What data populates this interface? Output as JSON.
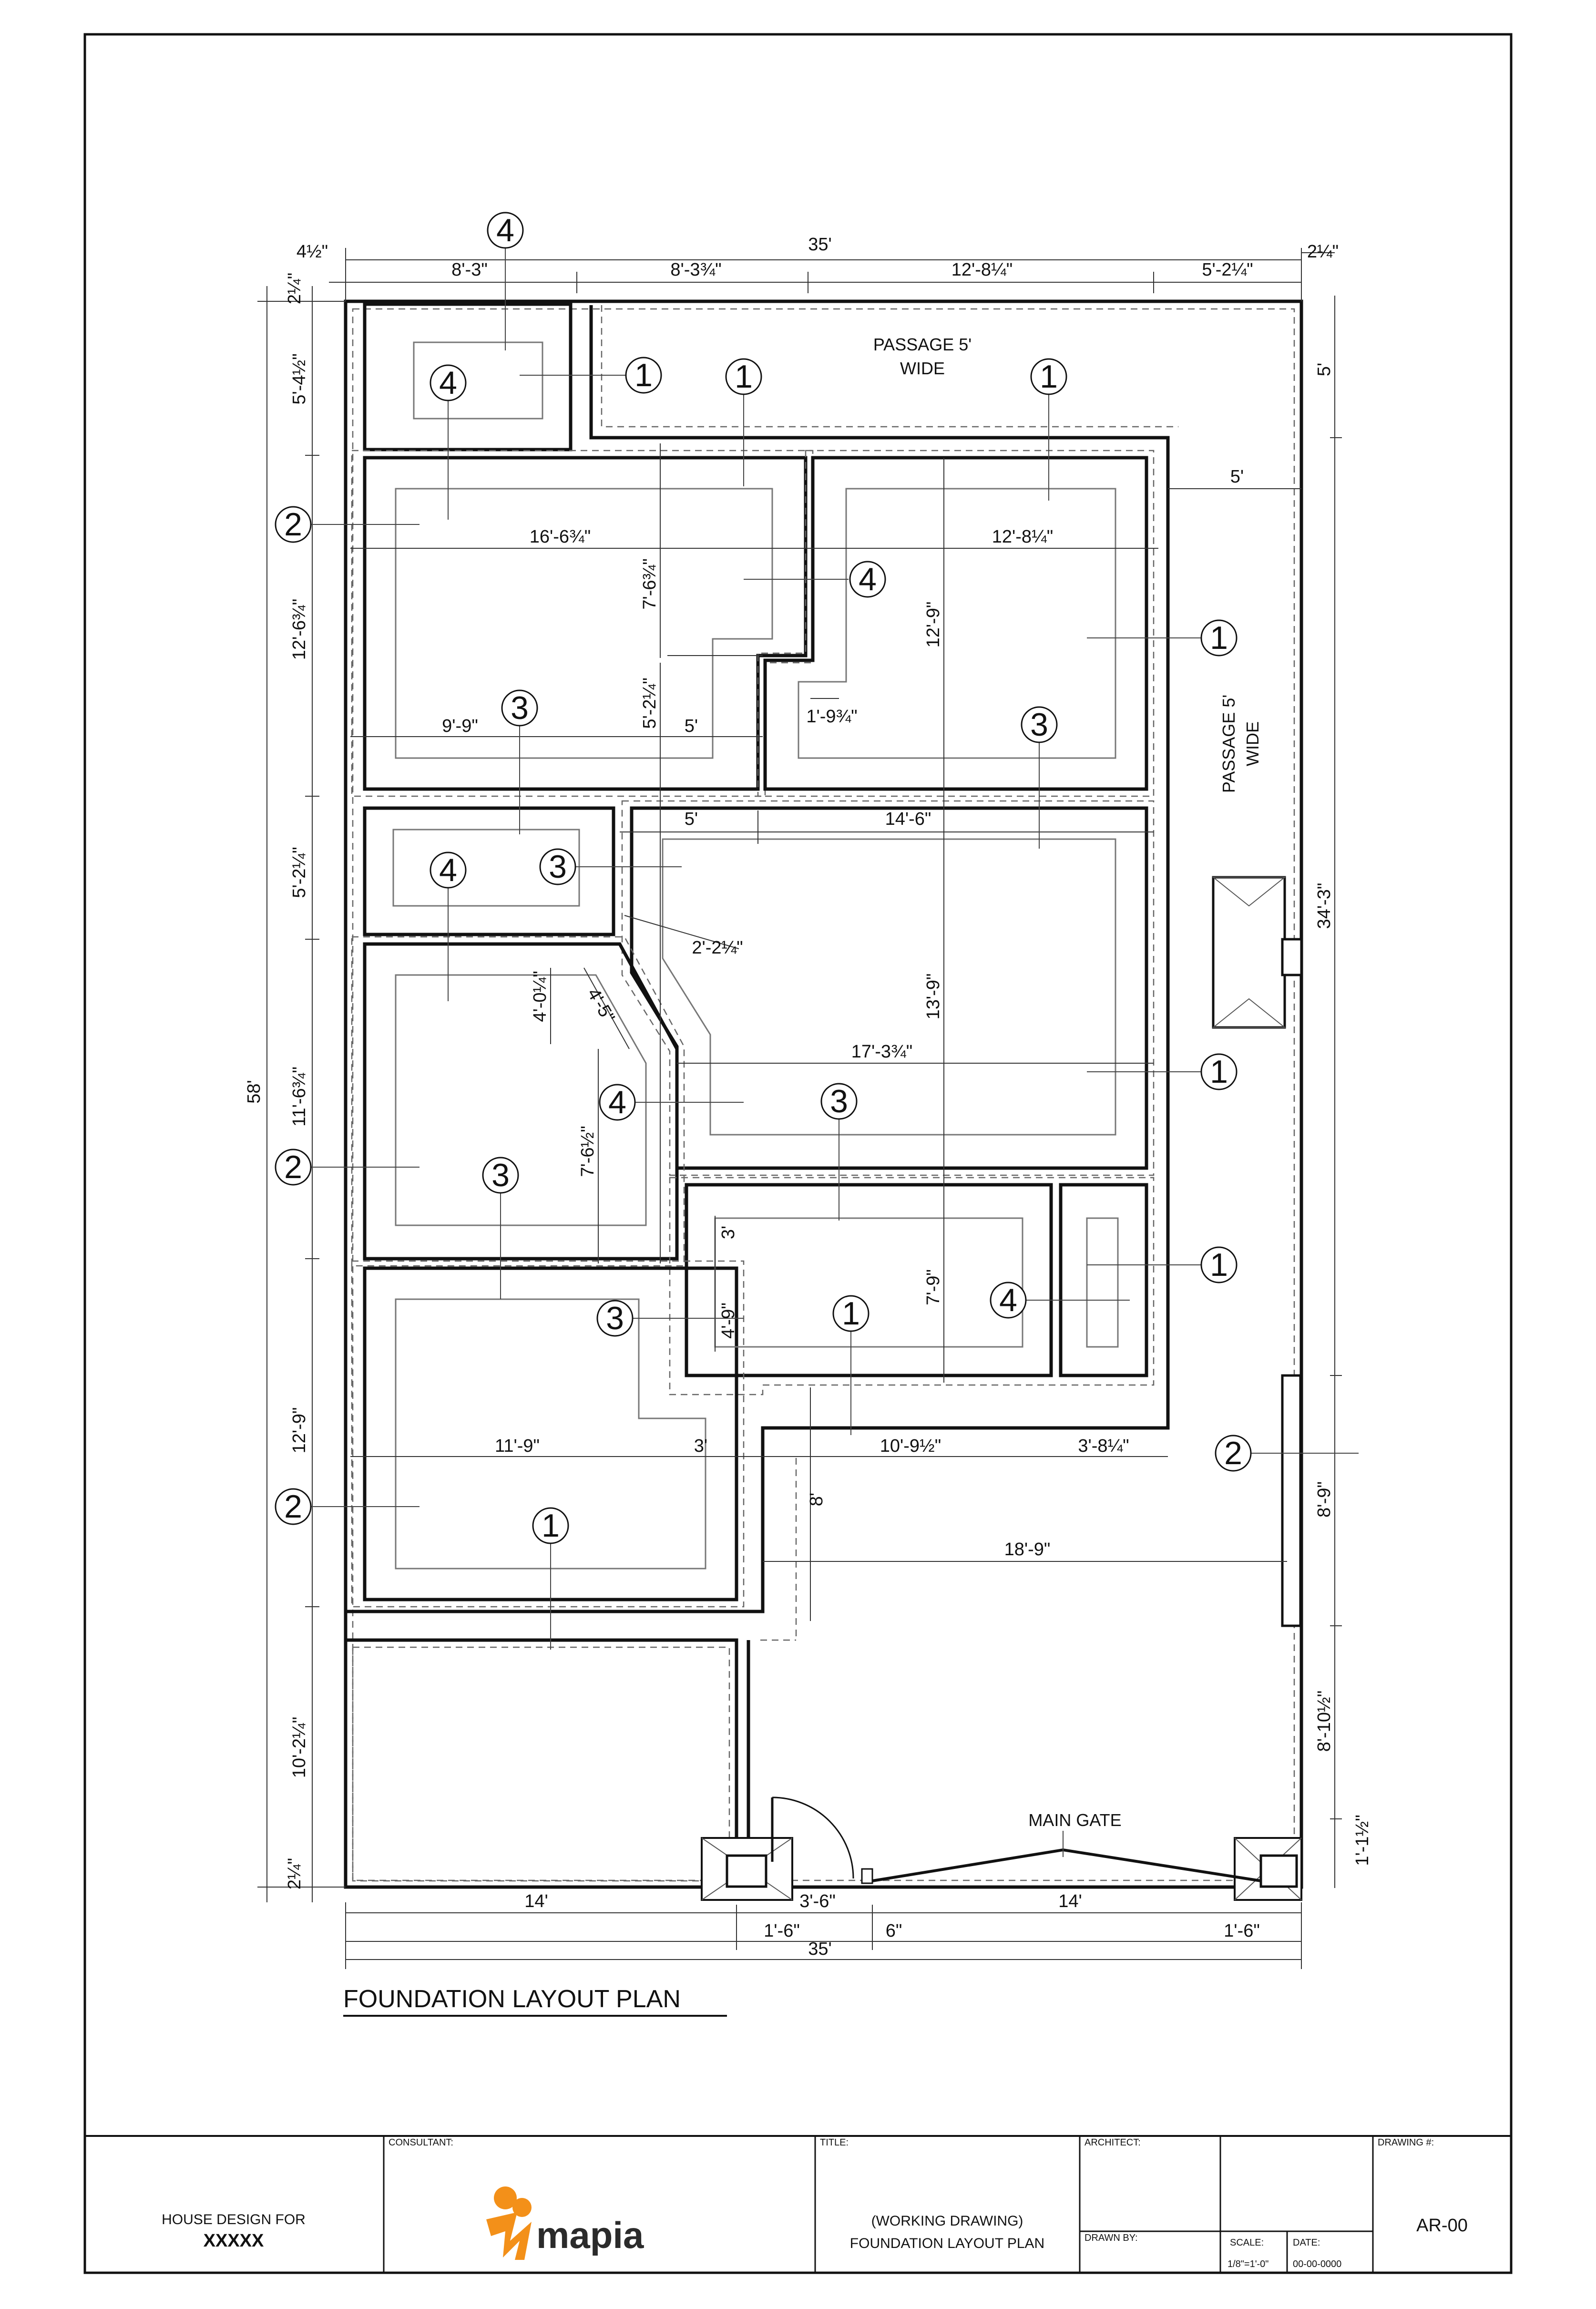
{
  "drawing": {
    "title": "FOUNDATION LAYOUT  PLAN",
    "passage_top_line1": "PASSAGE 5'",
    "passage_top_line2": "WIDE",
    "passage_side_line1": "PASSAGE 5'",
    "passage_side_line2": "WIDE",
    "main_gate": "MAIN GATE"
  },
  "dimensions": {
    "top_total": "35'",
    "top_offset": "4½\"",
    "top_right_offset": "2¼\"",
    "top_segments": [
      "8'-3\"",
      "8'-3¾\"",
      "12'-8¼\"",
      "5'-2¼\""
    ],
    "left_total": "58'",
    "left_segments": [
      "2¼\"",
      "5'-4½\"",
      "12'-6¾\"",
      "5'-2¼\"",
      "11'-6¾\"",
      "12'-9\"",
      "10'-2¼\"",
      "2¼\""
    ],
    "right_segments": [
      "5'",
      "34'-3\"",
      "8'-9\"",
      "8'-10½\"",
      "1'-1½\""
    ],
    "bottom_segments": [
      "14'",
      "3'-6\"",
      "14'"
    ],
    "bottom_sub": [
      "1'-6\"",
      "6\"",
      "1'-6\""
    ],
    "bottom_total": "35'",
    "interior": {
      "d_16_6": "16'-6¾\"",
      "d_12_8": "12'-8¼\"",
      "d_5_right": "5'",
      "d_7_6": "7'-6¾\"",
      "d_12_9_v": "12'-9\"",
      "d_1_9": "1'-9¾\"",
      "d_9_9": "9'-9\"",
      "d_5_2": "5'-2¼\"",
      "d_5_mid": "5'",
      "d_5_left2": "5'",
      "d_14_6": "14'-6\"",
      "d_2_2": "2'-2¼\"",
      "d_4_0": "4'-0¼\"",
      "d_4_5": "4'-5\"",
      "d_13_9": "13'-9\"",
      "d_17_3": "17'-3¾\"",
      "d_7_6b": "7'-6½\"",
      "d_3": "3'",
      "d_7_9": "7'-9\"",
      "d_4_9": "4'-9\"",
      "d_11_9": "11'-9\"",
      "d_3b": "3'",
      "d_10_9": "10'-9½\"",
      "d_3_8": "3'-8¼\"",
      "d_8": "8'",
      "d_18_9": "18'-9\""
    }
  },
  "markers": [
    "1",
    "2",
    "3",
    "4"
  ],
  "title_block": {
    "house_line1": "HOUSE DESIGN FOR",
    "house_line2": "XXXXX",
    "consultant_label": "CONSULTANT:",
    "logo_text": "mapia",
    "title_label": "TITLE:",
    "title_line1": "(WORKING DRAWING)",
    "title_line2": "FOUNDATION LAYOUT PLAN",
    "architect_label": "ARCHITECT:",
    "drawn_by_label": "DRAWN BY:",
    "scale_label": "SCALE:",
    "scale_value": "1/8\"=1'-0\"",
    "date_label": "DATE:",
    "date_value": "00-00-0000",
    "drawing_no_label": "DRAWING #:",
    "drawing_no_value": "AR-00"
  },
  "colors": {
    "logo_orange": "#f39019",
    "logo_text": "#2b2b2b",
    "line": "#111111"
  }
}
